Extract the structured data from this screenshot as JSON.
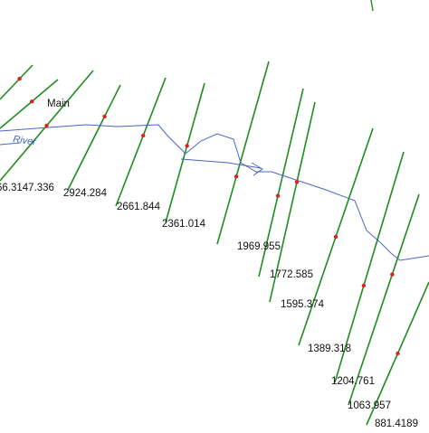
{
  "colors": {
    "cross_section": "#1e8c1e",
    "river": "#4a66c0",
    "marker": "#e02020",
    "label": "#111111"
  },
  "reach": {
    "name": "Main",
    "river_label": "River"
  },
  "cross_sections": [
    {
      "label": ""
    },
    {
      "label": ""
    },
    {
      "label": "66.3147.336"
    },
    {
      "label": "2924.284"
    },
    {
      "label": "2661.844"
    },
    {
      "label": "2361.014"
    },
    {
      "label": "1969.955"
    },
    {
      "label": "1772.585"
    },
    {
      "label": "1595.374"
    },
    {
      "label": "1389.318"
    },
    {
      "label": "1204.761"
    },
    {
      "label": "1063.957"
    },
    {
      "label": "881.4189"
    }
  ]
}
